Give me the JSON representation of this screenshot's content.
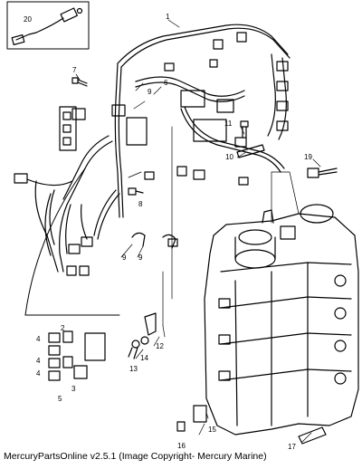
{
  "callouts": {
    "c1": "1",
    "c2": "2",
    "c3": "3",
    "c4a": "4",
    "c4b": "4",
    "c4c": "4",
    "c5": "5",
    "c6": "6",
    "c7": "7",
    "c8": "8",
    "c9a": "9",
    "c9b": "9",
    "c9c": "9",
    "c10": "10",
    "c11": "11",
    "c12": "12",
    "c13": "13",
    "c14": "14",
    "c15": "15",
    "c16": "16",
    "c17": "17",
    "c19": "19",
    "c20": "20"
  },
  "caption": "MercuryPartsOnline v2.5.1 (Image Copyright- Mercury Marine)"
}
